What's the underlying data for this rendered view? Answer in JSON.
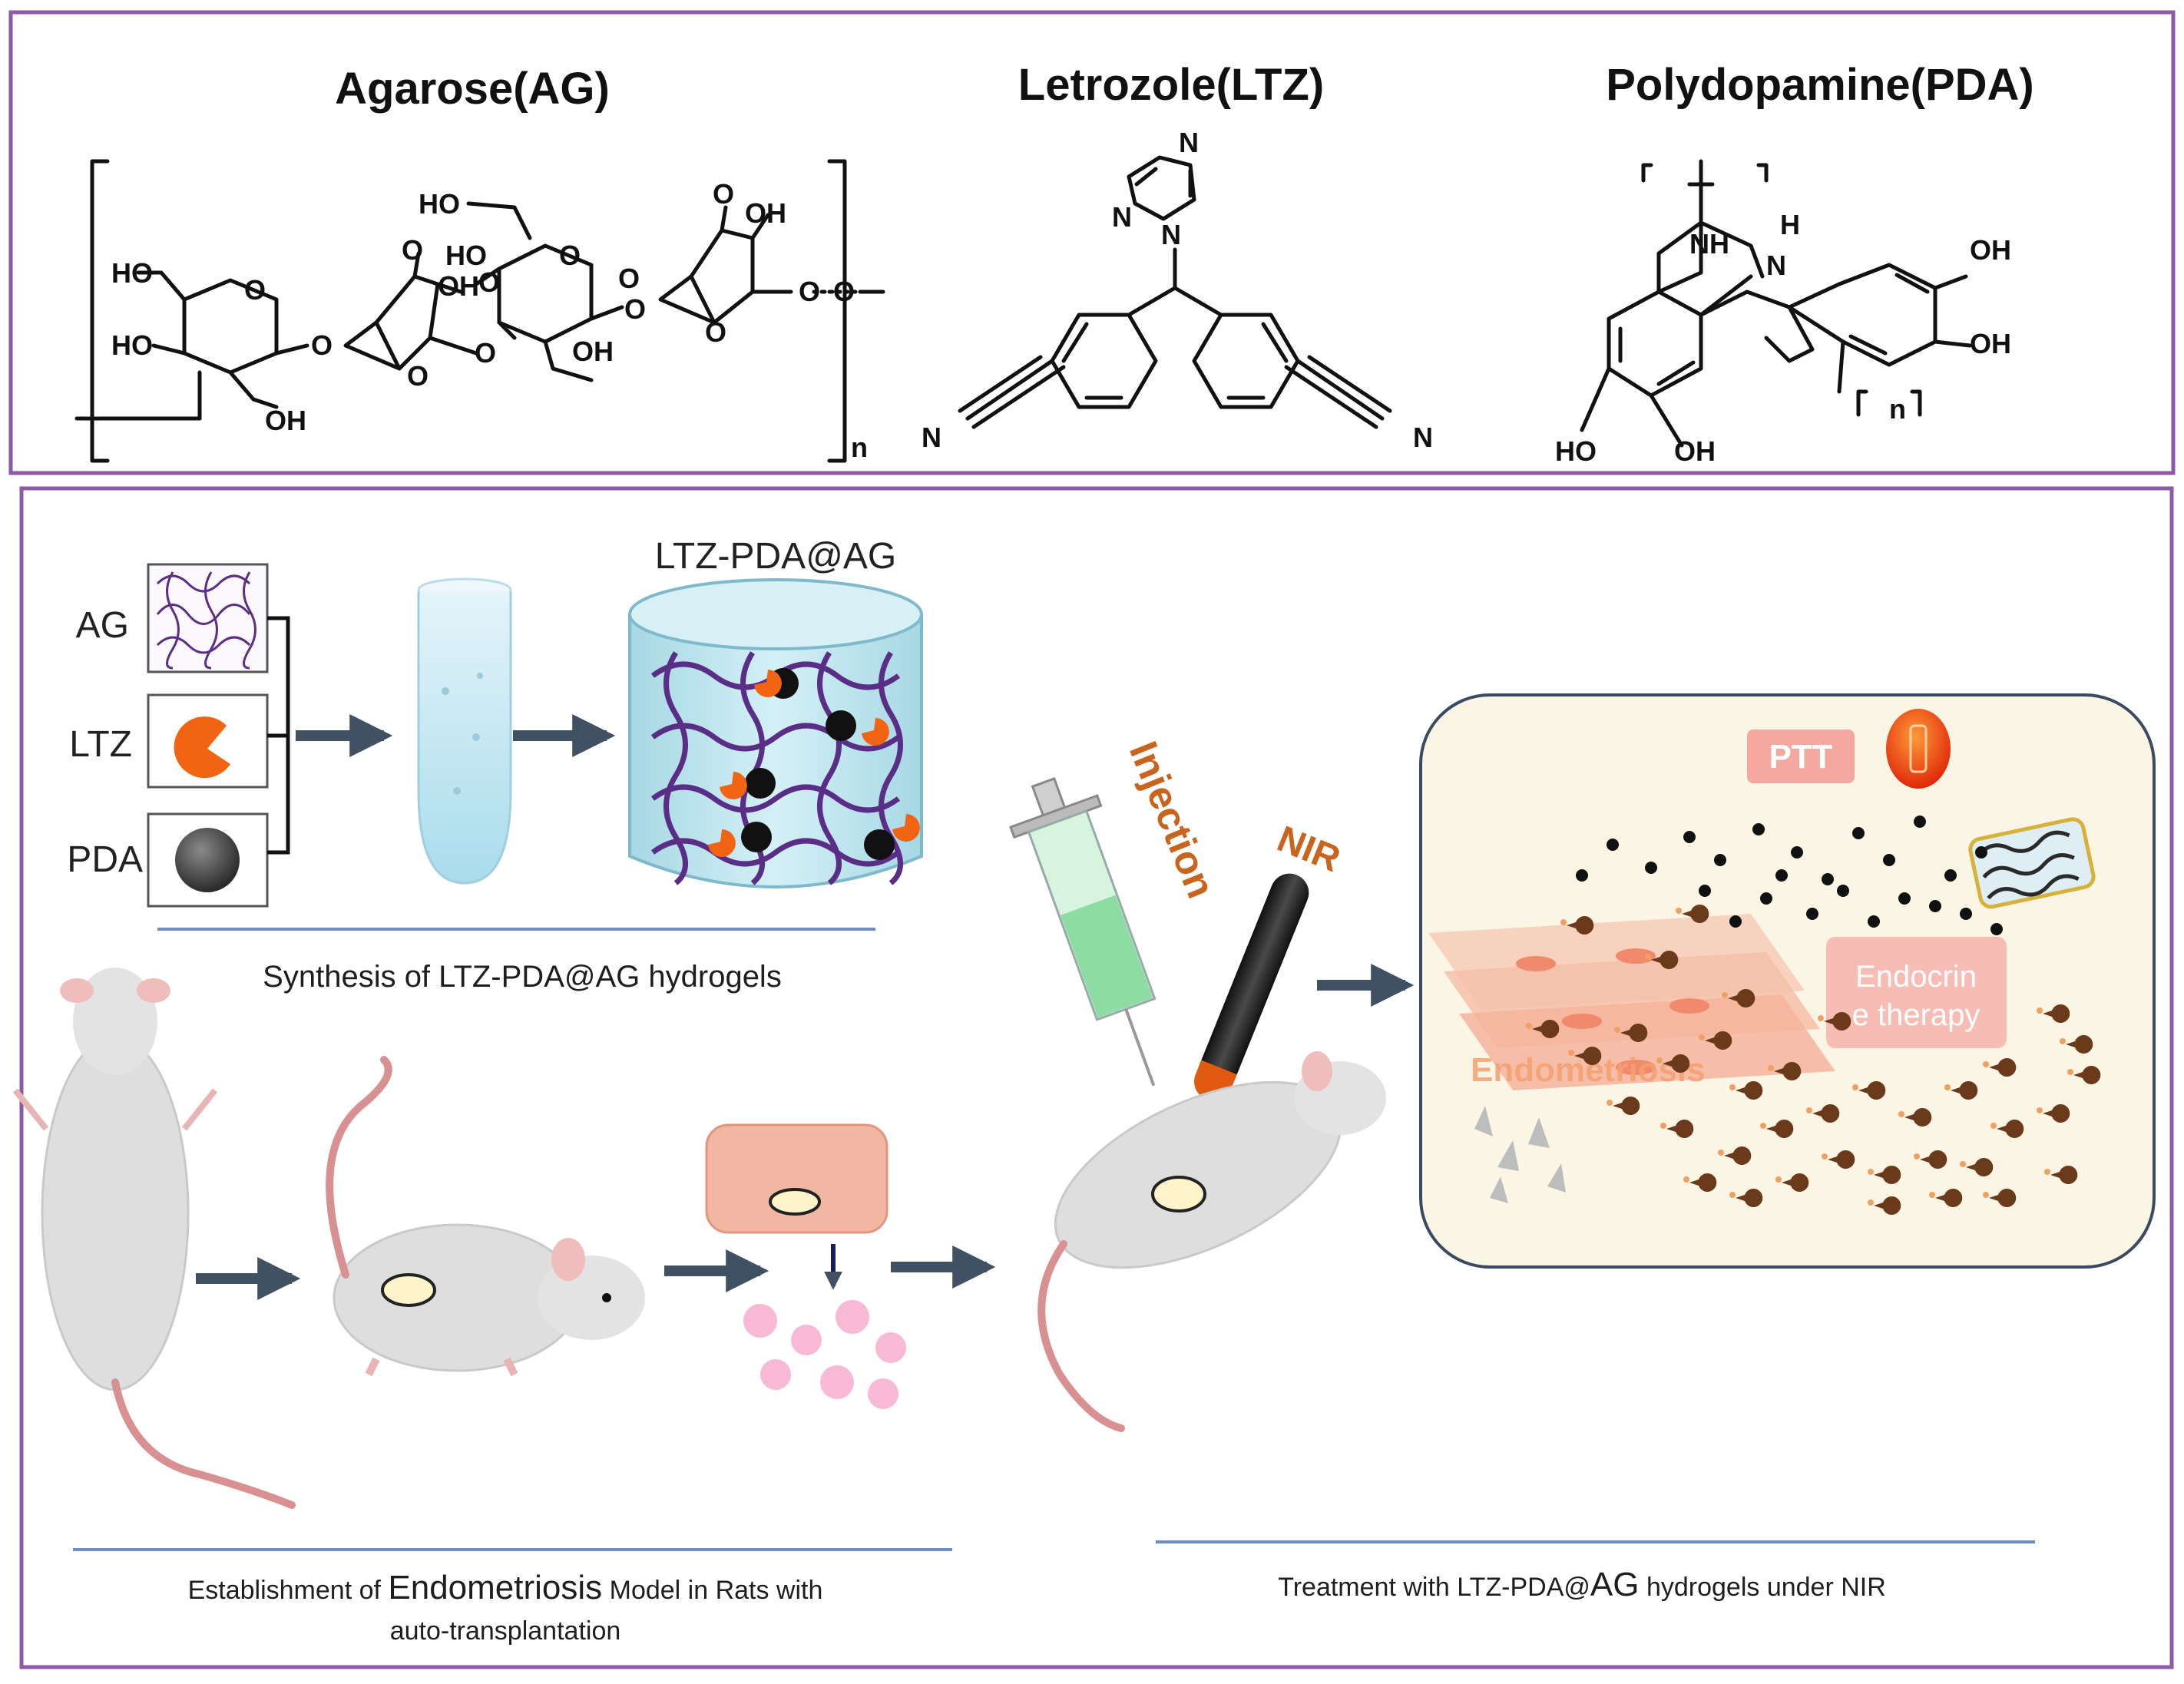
{
  "top_panel": {
    "agarose": {
      "title": "Agarose(AG)",
      "atoms": [
        "HO",
        "HO",
        "OH",
        "O",
        "O",
        "O",
        "O",
        "O",
        "OH",
        "O",
        "HO",
        "HO",
        "O",
        "OH",
        "O",
        "OH",
        "O",
        "O",
        "O",
        "O",
        "O",
        "n"
      ]
    },
    "letrozole": {
      "title": "Letrozole(LTZ)",
      "atoms": [
        "N",
        "N",
        "N",
        "N",
        "N"
      ]
    },
    "polydopamine": {
      "title": "Polydopamine(PDA)",
      "atoms": [
        "NH",
        "H",
        "N",
        "OH",
        "OH",
        "HO",
        "OH",
        "n"
      ]
    }
  },
  "synthesis": {
    "labels": [
      "AG",
      "LTZ",
      "PDA"
    ],
    "product": "LTZ-PDA@AG",
    "caption": "Synthesis of LTZ-PDA@AG hydrogels"
  },
  "treatment_panel": {
    "injection": "Injection",
    "nir": "NIR",
    "ptt": "PTT",
    "endocrine": "Endocrine therapy",
    "endocrine_line1": "Endocrin",
    "endocrine_line2": "e therapy",
    "endometriosis": "Endometriosis"
  },
  "captions": {
    "model_line1_pre": "Establishment of ",
    "model_line1_em": "Endometriosis",
    "model_line1_post": " Model in Rats with",
    "model_line2": "auto-transplantation",
    "treatment_pre": "Treatment with LTZ-PDA@",
    "treatment_em": "AG",
    "treatment_post": " hydrogels under NIR"
  },
  "colors": {
    "panel_border": "#8e5aa8",
    "arrow": "#3f5163",
    "caption_rule": "#6d8fc0",
    "ltz_orange": "#f06414",
    "network_purple": "#5a2e86",
    "hydrogel": "#bfe6ee",
    "label_orange": "#c9641e",
    "ptt_pink": "#f4a8a0"
  }
}
